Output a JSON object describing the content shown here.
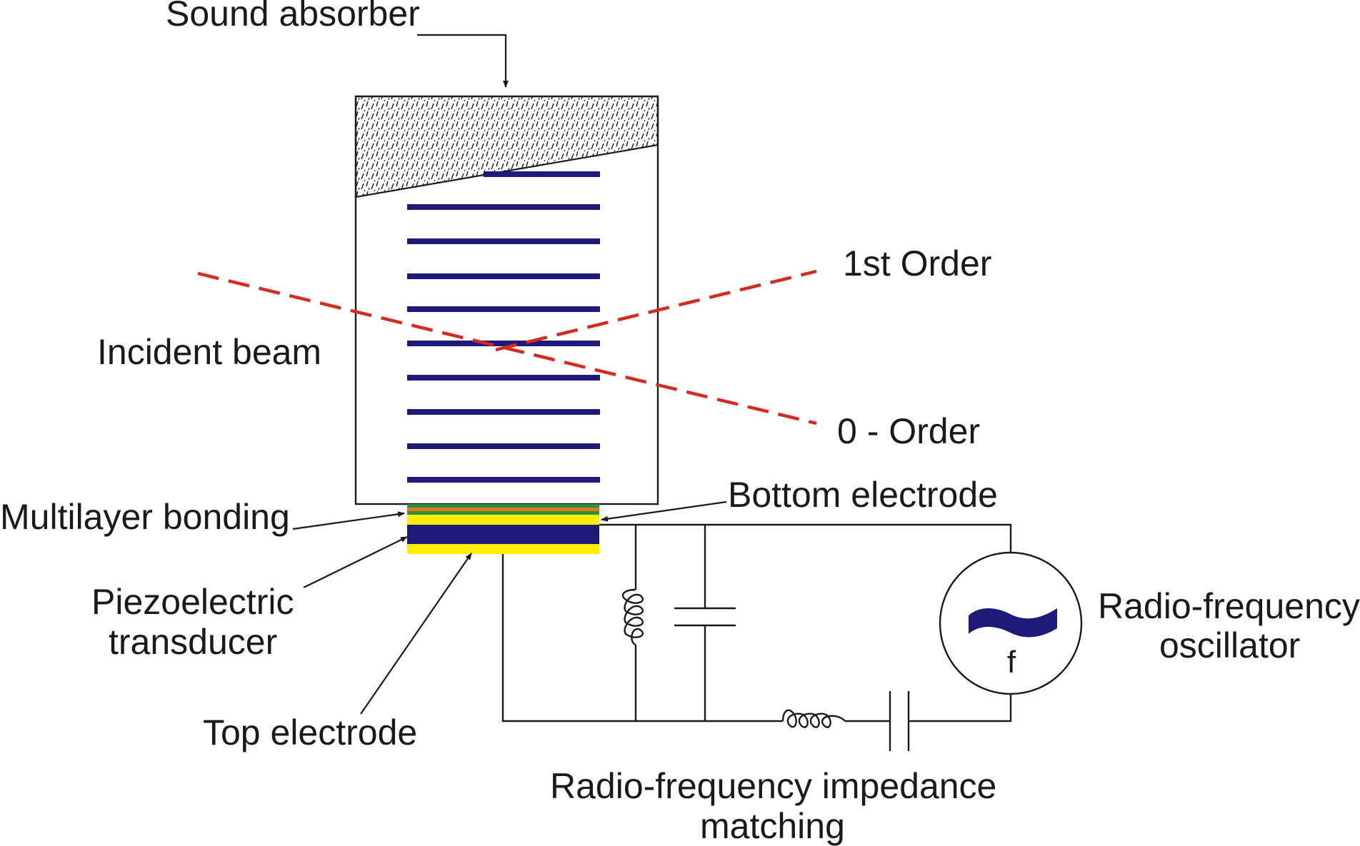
{
  "labels": {
    "sound_absorber": "Sound absorber",
    "first_order": "1st Order",
    "incident_beam": "Incident beam",
    "zero_order": "0 - Order",
    "bottom_electrode": "Bottom electrode",
    "multilayer_bonding": "Multilayer bonding",
    "piezo_line1": "Piezoelectric",
    "piezo_line2": "transducer",
    "top_electrode": "Top electrode",
    "rf_osc_line1": "Radio-frequency",
    "rf_osc_line2": "oscillator",
    "rf_imp_line1": "Radio-frequency impedance",
    "rf_imp_line2": "matching",
    "oscillator_symbol": "f"
  },
  "colors": {
    "acoustic_wavefront": "#1f1a7a",
    "beam": "#d42a1f",
    "electrode_yellow": "#ffee00",
    "bonding_green": "#2f8f3f",
    "bonding_orange": "#e07a1f",
    "piezo_blue": "#1f1a7a",
    "outline": "#1a1a1a"
  },
  "icons": {
    "oscillator": "sine-wave-in-circle-icon",
    "inductor": "coil-inductor-icon",
    "capacitor": "parallel-plate-capacitor-icon"
  }
}
